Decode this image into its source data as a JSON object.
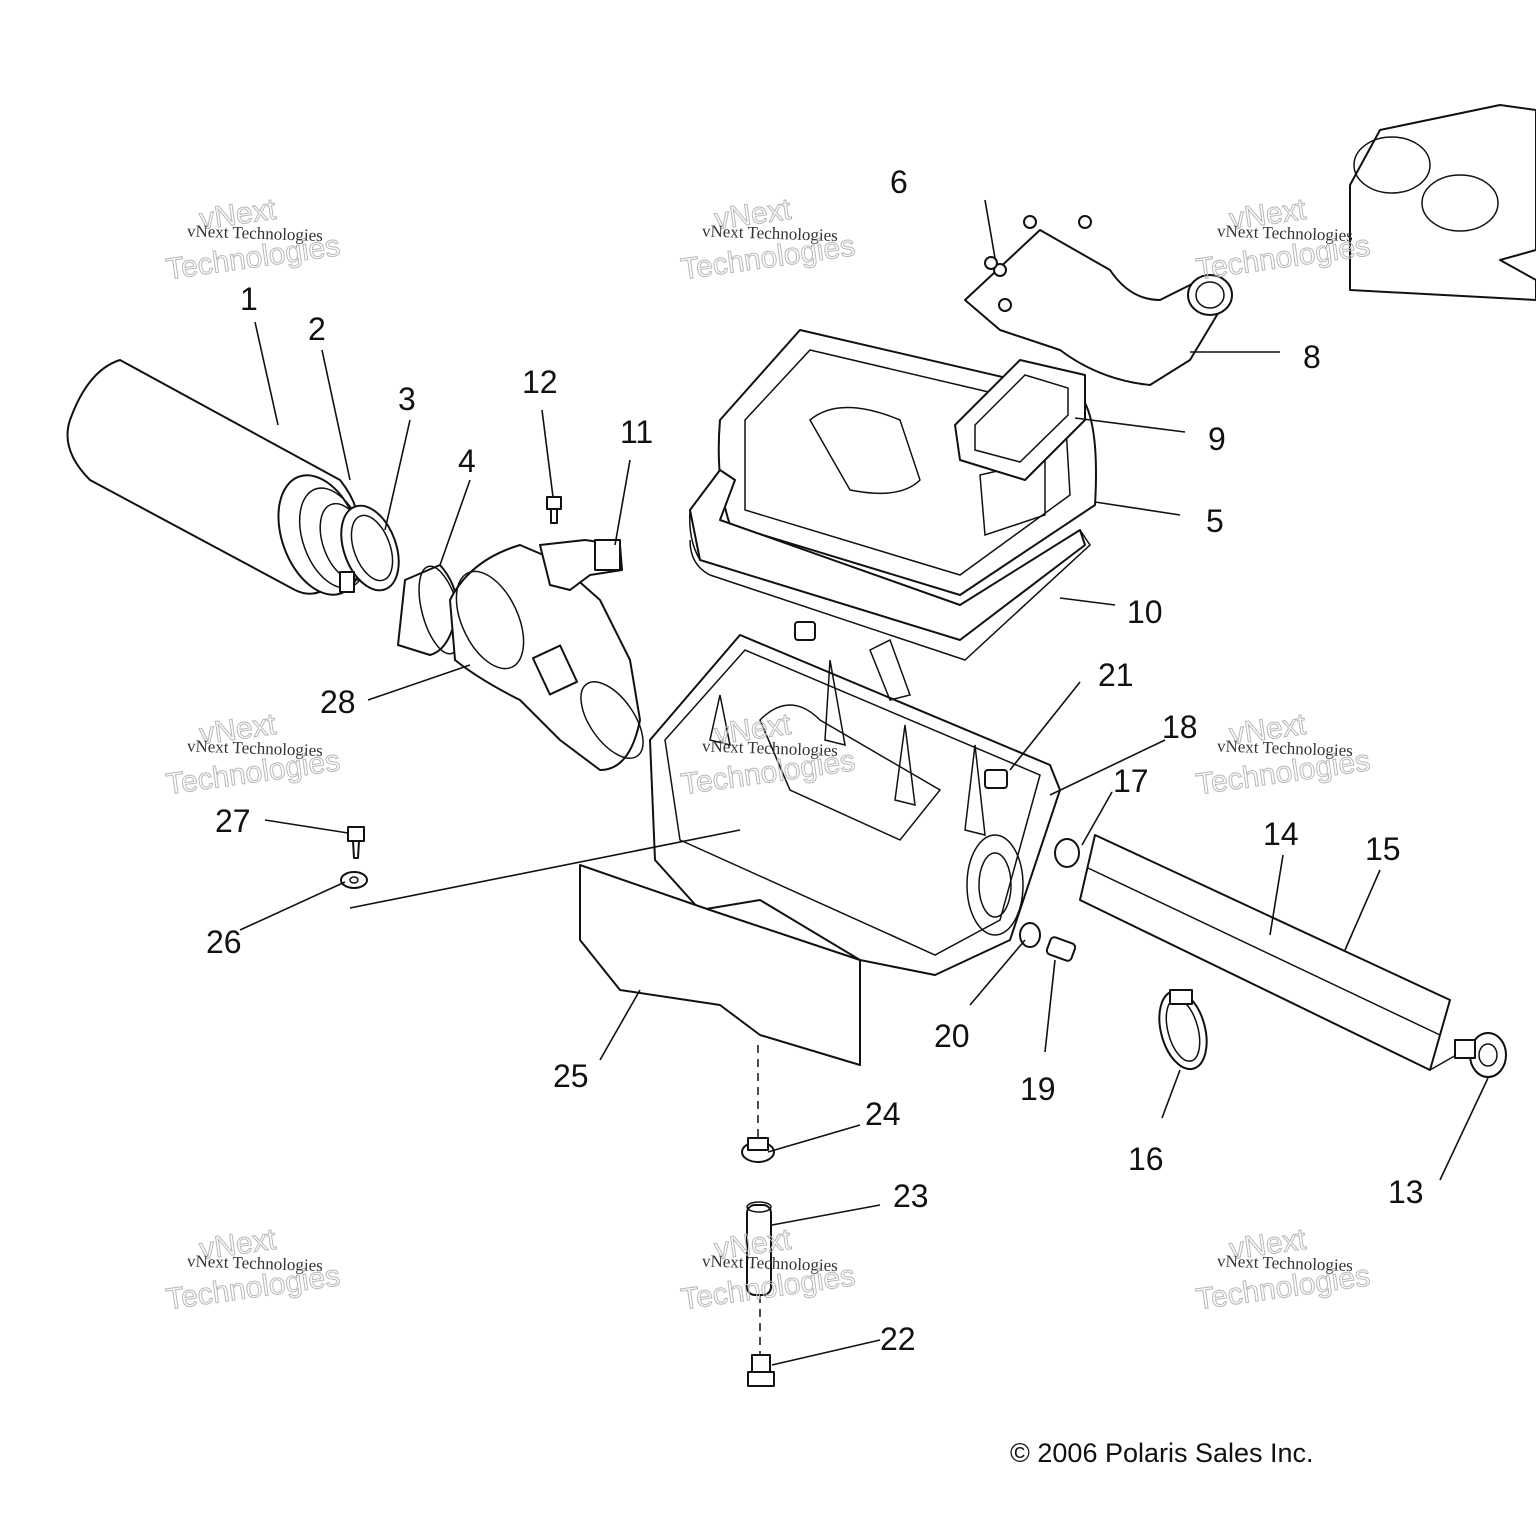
{
  "diagram": {
    "title": "Air box assembly exploded parts diagram",
    "callouts": [
      {
        "id": "1",
        "label": "1",
        "part": "air-filter"
      },
      {
        "id": "2",
        "label": "2",
        "part": "filter-element-collar"
      },
      {
        "id": "3",
        "label": "3",
        "part": "hose-clamp"
      },
      {
        "id": "4",
        "label": "4",
        "part": "coupler-sleeve"
      },
      {
        "id": "5",
        "label": "5",
        "part": "airbox-cover"
      },
      {
        "id": "6",
        "label": "6",
        "part": "screw"
      },
      {
        "id": "8",
        "label": "8",
        "part": "intake-duct"
      },
      {
        "id": "9",
        "label": "9",
        "part": "duct-seal"
      },
      {
        "id": "10",
        "label": "10",
        "part": "cover-seal"
      },
      {
        "id": "11",
        "label": "11",
        "part": "sensor"
      },
      {
        "id": "12",
        "label": "12",
        "part": "sensor-screw"
      },
      {
        "id": "13",
        "label": "13",
        "part": "drain-clamp"
      },
      {
        "id": "14",
        "label": "14",
        "part": "hose-inner"
      },
      {
        "id": "15",
        "label": "15",
        "part": "hose-outer"
      },
      {
        "id": "16",
        "label": "16",
        "part": "hose-clamp-large"
      },
      {
        "id": "17",
        "label": "17",
        "part": "grommet"
      },
      {
        "id": "18",
        "label": "18",
        "part": "airbox-base"
      },
      {
        "id": "19",
        "label": "19",
        "part": "spacer"
      },
      {
        "id": "20",
        "label": "20",
        "part": "grommet-small"
      },
      {
        "id": "21",
        "label": "21",
        "part": "retaining-clip"
      },
      {
        "id": "22",
        "label": "22",
        "part": "drain-plug"
      },
      {
        "id": "23",
        "label": "23",
        "part": "drain-tube"
      },
      {
        "id": "24",
        "label": "24",
        "part": "tube-clamp"
      },
      {
        "id": "25",
        "label": "25",
        "part": "heat-shield"
      },
      {
        "id": "26",
        "label": "26",
        "part": "washer"
      },
      {
        "id": "27",
        "label": "27",
        "part": "bolt"
      },
      {
        "id": "28",
        "label": "28",
        "part": "throttle-body-boot"
      }
    ]
  },
  "watermark": {
    "line_small": "vNext Technologies",
    "line_big_1": "vNext",
    "line_big_2": "Technologies"
  },
  "footer": {
    "copyright": "© 2006 Polaris Sales Inc."
  }
}
